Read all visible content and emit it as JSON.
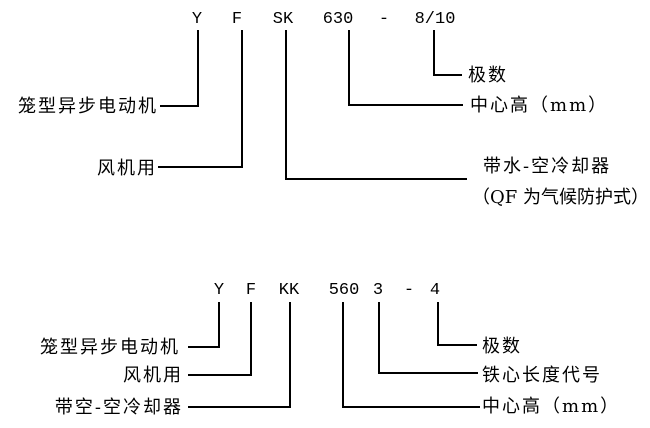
{
  "page": {
    "background": "#ffffff",
    "line_color": "#000000",
    "text_color": "#000000"
  },
  "top_diagram": {
    "model": {
      "series": "Y",
      "fan": "F",
      "cooling": "SK",
      "frame": "630",
      "dash": "-",
      "poles": "8/10"
    },
    "labels": {
      "series": "笼型异步电动机",
      "fan": "风机用",
      "cooling_line1": "带水-空冷却器",
      "cooling_line2": "（QF 为气候防护式）",
      "frame": "中心高（mm）",
      "poles": "极数"
    }
  },
  "bottom_diagram": {
    "model": {
      "series": "Y",
      "fan": "F",
      "cooling": "KK",
      "frame": "560",
      "core": "3",
      "dash": "-",
      "poles": "4"
    },
    "labels": {
      "series": "笼型异步电动机",
      "fan": "风机用",
      "cooling": "带空-空冷却器",
      "frame": "中心高（mm）",
      "core": "铁心长度代号",
      "poles": "极数"
    }
  }
}
